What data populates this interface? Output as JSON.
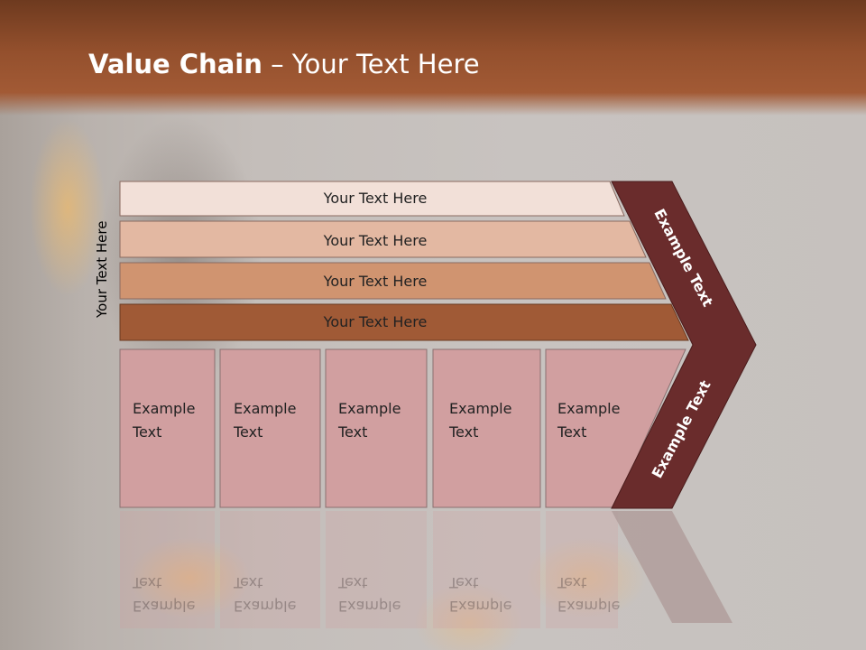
{
  "slide": {
    "title_bold": "Value Chain",
    "title_rest": " – Your Text Here",
    "side_label": "Your Text Here"
  },
  "bars": [
    {
      "label": "Your Text Here",
      "color": "#f2e0d8"
    },
    {
      "label": "Your Text Here",
      "color": "#e3b8a2"
    },
    {
      "label": "Your Text Here",
      "color": "#d09470"
    },
    {
      "label": "Your Text Here",
      "color": "#a05a36"
    }
  ],
  "boxes": [
    {
      "line1": "Example",
      "line2": "Text"
    },
    {
      "line1": "Example",
      "line2": "Text"
    },
    {
      "line1": "Example",
      "line2": "Text"
    },
    {
      "line1": "Example",
      "line2": "Text"
    },
    {
      "line1": "Example",
      "line2": "Text"
    }
  ],
  "arrow": {
    "upper_label": "Example Text",
    "lower_label": "Example Text",
    "color": "#6a2c2c"
  },
  "colors": {
    "box_fill": "#d19fa0",
    "header": "#94502d"
  }
}
